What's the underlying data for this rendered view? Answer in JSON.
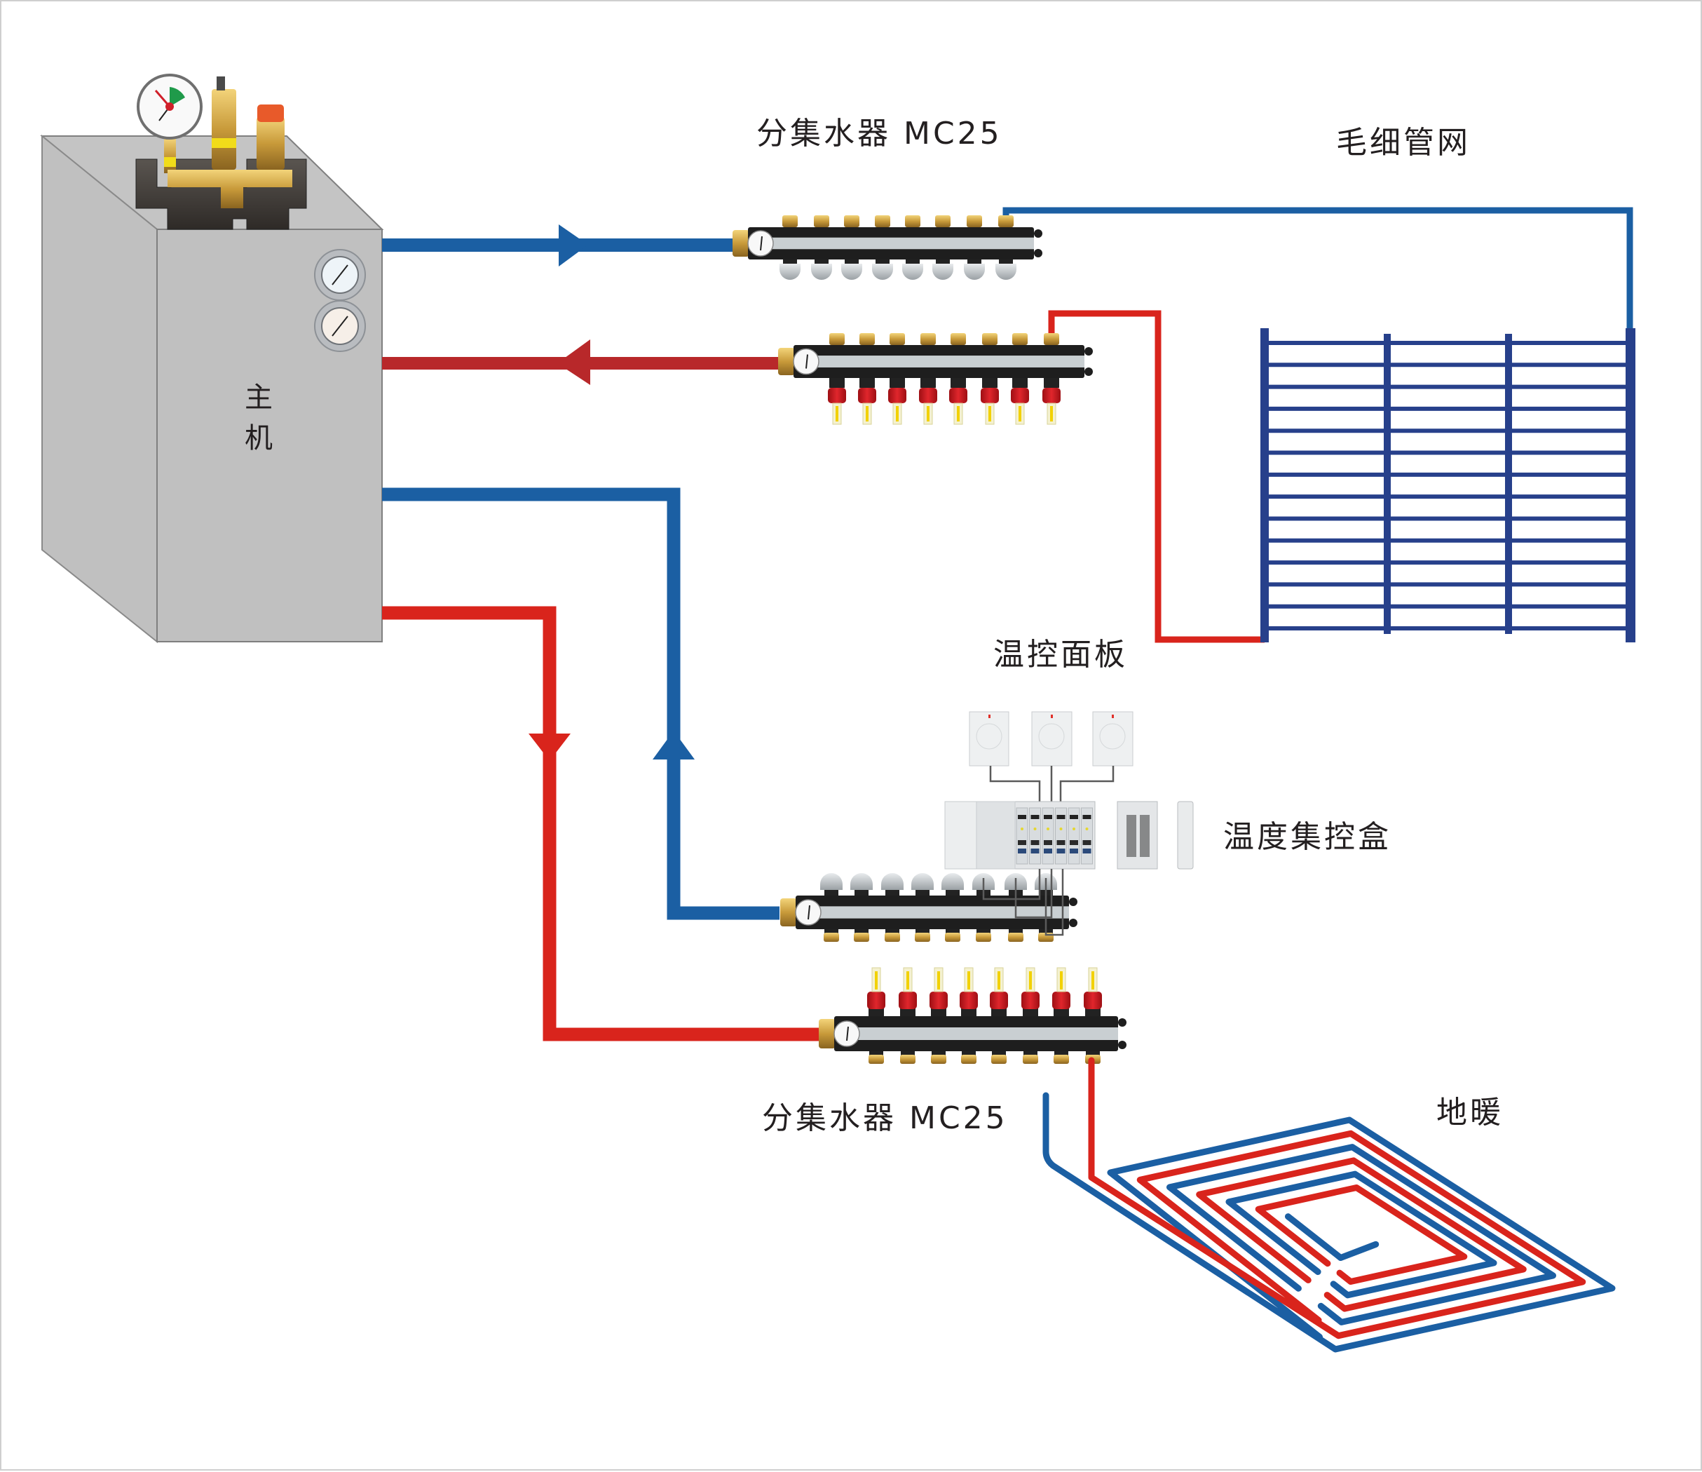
{
  "diagram": {
    "title": "Heating system schematic",
    "colors": {
      "supply_blue": "#1b5fa3",
      "return_red": "#b8282a",
      "pipe_red": "#d9241c",
      "capillary_navy": "#27408b",
      "boiler_gray": "#c0c0c0",
      "boiler_edge": "#7f7f7f",
      "manifold_black": "#1e1e1e",
      "brass": "#c89a3a",
      "wire_gray": "#5a5a5a",
      "label_text": "#231f20"
    },
    "labels": {
      "boiler_line1": "主",
      "boiler_line2": "机",
      "manifold_top": "分集水器 MC25",
      "capillary_network": "毛细管网",
      "thermostat_panel": "温控面板",
      "control_box": "温度集控盒",
      "manifold_bottom": "分集水器 MC25",
      "floor_heating": "地暖"
    },
    "components": [
      {
        "id": "boiler",
        "name": "主机",
        "gauges": 2,
        "safety_group": true
      },
      {
        "id": "manifold-1",
        "name": "分集水器 MC25",
        "type": "supply",
        "outlets": 8,
        "caps": "gray"
      },
      {
        "id": "manifold-2",
        "name": "分集水器 MC25",
        "type": "return",
        "outlets": 8,
        "flow_meters": 8
      },
      {
        "id": "capillary-grid",
        "name": "毛细管网",
        "rows": 14,
        "columns": 3
      },
      {
        "id": "thermostat-panels",
        "name": "温控面板",
        "count": 3
      },
      {
        "id": "control-box",
        "name": "温度集控盒"
      },
      {
        "id": "manifold-3",
        "name": "分集水器 MC25",
        "type": "return",
        "outlets": 8,
        "actuators": 8
      },
      {
        "id": "manifold-4",
        "name": "分集水器 MC25",
        "type": "supply",
        "outlets": 8,
        "flow_meters": 8
      },
      {
        "id": "floor-heating",
        "name": "地暖",
        "loops": 6
      }
    ],
    "flows": [
      {
        "from": "boiler",
        "to": "manifold-1",
        "color": "blue",
        "direction": "right"
      },
      {
        "from": "manifold-2",
        "to": "boiler",
        "color": "red",
        "direction": "left"
      },
      {
        "from": "manifold-3",
        "to": "boiler",
        "color": "blue",
        "direction": "up"
      },
      {
        "from": "boiler",
        "to": "manifold-4",
        "color": "red",
        "direction": "down"
      }
    ]
  }
}
